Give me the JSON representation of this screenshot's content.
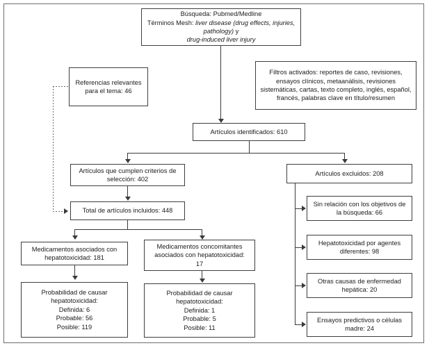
{
  "diagram": {
    "title_box": {
      "line1": "Búsqueda: Pubmed/Medline",
      "line2_prefix": "Términos Mesh: ",
      "line2_italic": "liver disease (drug effects, injuries, pathology)",
      "line2_suffix": " y",
      "line3_italic": "drug-induced liver injury"
    },
    "references_box": {
      "line1": "Referencias relevantes",
      "line2": "para el tema: 46"
    },
    "filters_box": {
      "line1": "Filtros activados: reportes de caso, revisiones,",
      "line2": "ensayos clínicos, metaanálisis, revisiones",
      "line3": "sistemáticas, cartas, texto completo, inglés, español,",
      "line4": "francés, palabras clave en título/resumen"
    },
    "identified_box": {
      "line1": "Artículos identificados: 610"
    },
    "criteria_box": {
      "line1": "Artículos que cumplen criterios de",
      "line2": "selección: 402"
    },
    "excluded_box": {
      "line1": "Artículos excluidos: 208"
    },
    "total_included_box": {
      "line1": "Total de artículos incluidos: 448"
    },
    "exclusion_reasons": [
      {
        "line1": "Sin relación con los objetivos de",
        "line2": "la búsqueda: 66"
      },
      {
        "line1": "Hepatotoxicidad por agentes",
        "line2": "diferentes: 98"
      },
      {
        "line1": "Otras causas de enfermedad",
        "line2": "hepática: 20"
      },
      {
        "line1": "Ensayos predictivos o células",
        "line2": "madre: 24"
      }
    ],
    "drugs_associated_box": {
      "line1": "Medicamentos asociados con",
      "line2": "hepatotoxicidad: 181"
    },
    "drugs_concomitant_box": {
      "line1": "Medicamentos concomitantes",
      "line2": "asociados con hepatotoxicidad:",
      "line3": "17"
    },
    "probability_left_box": {
      "title1": "Probabilidad de causar",
      "title2": "hepatotoxicidad:",
      "item1": "Definida: 6",
      "item2": "Probable: 56",
      "item3": "Posible: 119"
    },
    "probability_right_box": {
      "title1": "Probabilidad de causar",
      "title2": "hepatotoxicidad:",
      "item1": "Definida: 1",
      "item2": "Probable: 5",
      "item3": "Posible: 11"
    }
  },
  "chart_data": {
    "type": "diagram",
    "title": "Diagrama de flujo de selección de artículos (PRISMA)",
    "nodes": [
      {
        "id": "search",
        "label": "Búsqueda: Pubmed/Medline — Términos Mesh: liver disease (drug effects, injuries, pathology) y drug-induced liver injury",
        "value": null
      },
      {
        "id": "references",
        "label": "Referencias relevantes para el tema",
        "value": 46
      },
      {
        "id": "filters",
        "label": "Filtros activados: reportes de caso, revisiones, ensayos clínicos, metaanálisis, revisiones sistemáticas, cartas, texto completo, inglés, español, francés, palabras clave en título/resumen",
        "value": null
      },
      {
        "id": "identified",
        "label": "Artículos identificados",
        "value": 610
      },
      {
        "id": "criteria",
        "label": "Artículos que cumplen criterios de selección",
        "value": 402
      },
      {
        "id": "excluded",
        "label": "Artículos excluidos",
        "value": 208
      },
      {
        "id": "total_included",
        "label": "Total de artículos incluidos",
        "value": 448
      },
      {
        "id": "excl_1",
        "label": "Sin relación con los objetivos de la búsqueda",
        "value": 66
      },
      {
        "id": "excl_2",
        "label": "Hepatotoxicidad por agentes diferentes",
        "value": 98
      },
      {
        "id": "excl_3",
        "label": "Otras causas de enfermedad hepática",
        "value": 20
      },
      {
        "id": "excl_4",
        "label": "Ensayos predictivos o células madre",
        "value": 24
      },
      {
        "id": "drugs_assoc",
        "label": "Medicamentos asociados con hepatotoxicidad",
        "value": 181
      },
      {
        "id": "drugs_conc",
        "label": "Medicamentos concomitantes asociados con hepatotoxicidad",
        "value": 17
      },
      {
        "id": "prob_left",
        "label": "Probabilidad de causar hepatotoxicidad (asociados)",
        "value": {
          "Definida": 6,
          "Probable": 56,
          "Posible": 119
        }
      },
      {
        "id": "prob_right",
        "label": "Probabilidad de causar hepatotoxicidad (concomitantes)",
        "value": {
          "Definida": 1,
          "Probable": 5,
          "Posible": 11
        }
      }
    ],
    "edges": [
      {
        "from": "search",
        "to": "identified",
        "style": "solid"
      },
      {
        "from": "references",
        "to": "total_included",
        "style": "dotted"
      },
      {
        "from": "identified",
        "to": "criteria",
        "style": "solid"
      },
      {
        "from": "identified",
        "to": "excluded",
        "style": "solid"
      },
      {
        "from": "criteria",
        "to": "total_included",
        "style": "solid"
      },
      {
        "from": "excluded",
        "to": "excl_1",
        "style": "solid"
      },
      {
        "from": "excluded",
        "to": "excl_2",
        "style": "solid"
      },
      {
        "from": "excluded",
        "to": "excl_3",
        "style": "solid"
      },
      {
        "from": "excluded",
        "to": "excl_4",
        "style": "solid"
      },
      {
        "from": "total_included",
        "to": "drugs_assoc",
        "style": "solid"
      },
      {
        "from": "total_included",
        "to": "drugs_conc",
        "style": "solid"
      },
      {
        "from": "drugs_assoc",
        "to": "prob_left",
        "style": "solid"
      },
      {
        "from": "drugs_conc",
        "to": "prob_right",
        "style": "solid"
      }
    ]
  }
}
